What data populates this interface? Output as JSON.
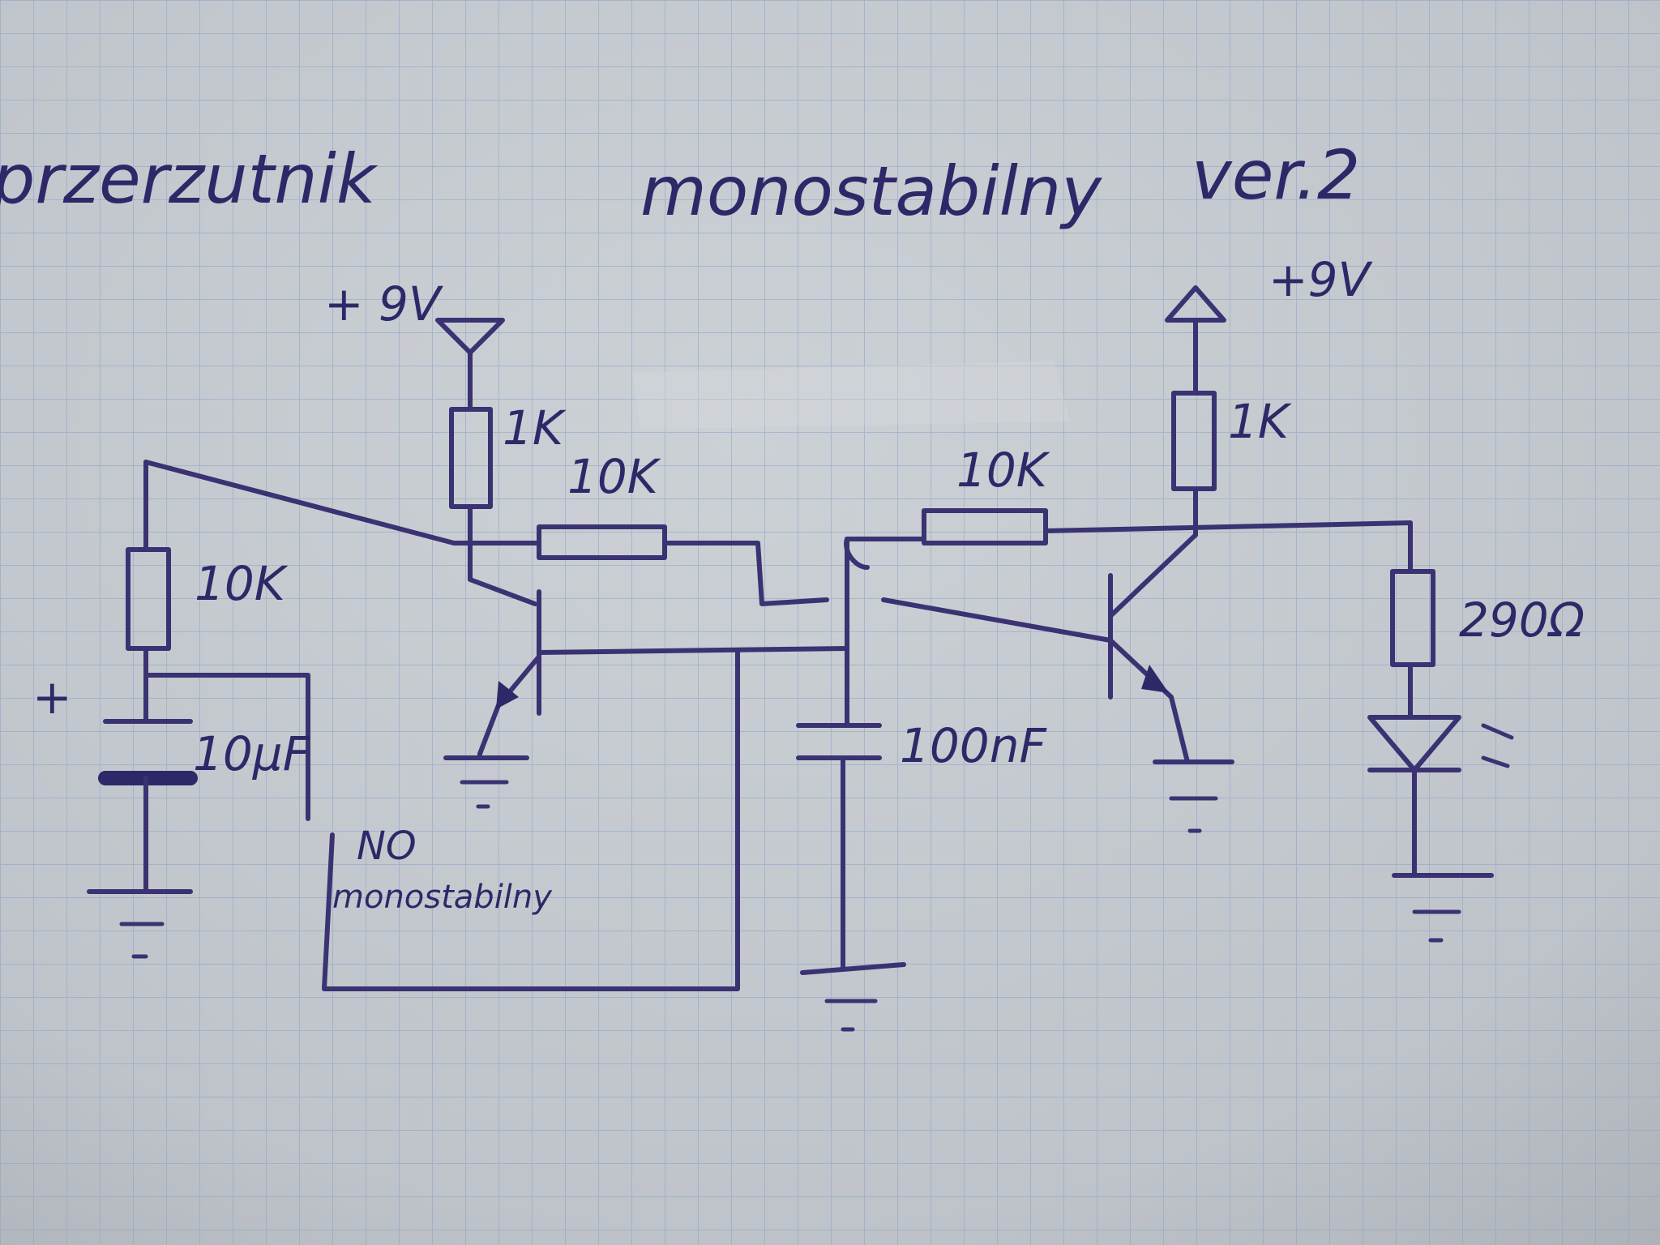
{
  "title": {
    "left": "przerzutnik",
    "middle": "monostabilny",
    "right": "ver.2"
  },
  "supply": {
    "left": "+ 9V",
    "right": "+9V"
  },
  "labels": {
    "r_input": "10K",
    "r_collector_left": "1K",
    "r_coupling_left": "10K",
    "r_coupling_right": "10K",
    "r_collector_right": "1K",
    "r_led": "290Ω",
    "c_input": "10μF",
    "c_input_plus": "+",
    "c_timing": "100nF",
    "switch_no": "NO",
    "switch_type": "monostabilny"
  },
  "colors": {
    "ink": "#3a3272",
    "paper": "#c3c8ce",
    "grid": "#8aa0c8"
  }
}
